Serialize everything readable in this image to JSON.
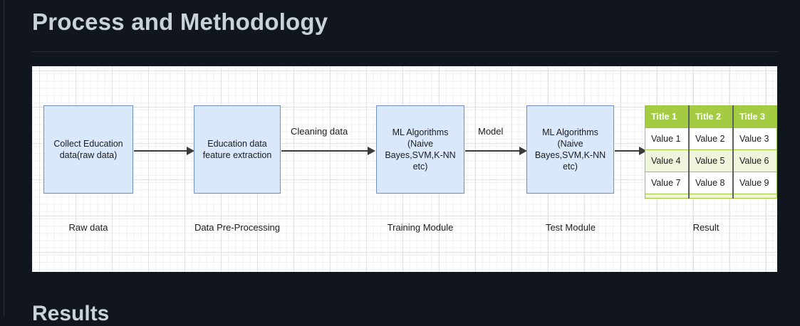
{
  "page": {
    "title": "Process and Methodology",
    "next_section_heading": "Results"
  },
  "diagram": {
    "nodes": [
      {
        "id": "collect",
        "label": "Collect Education data(raw data)"
      },
      {
        "id": "features",
        "label": "Education data feature extraction"
      },
      {
        "id": "train",
        "label": "ML Algorithms (Naive Bayes,SVM,K-NN etc)"
      },
      {
        "id": "test",
        "label": "ML Algorithms (Naive Bayes,SVM,K-NN etc)"
      }
    ],
    "node_lines": {
      "collect": [
        "Collect Education",
        "data(raw data)"
      ],
      "features": [
        "Education data",
        "feature extraction"
      ],
      "train": [
        "ML Algorithms",
        "(Naive",
        "Bayes,SVM,K-NN",
        "etc)"
      ],
      "test": [
        "ML Algorithms",
        "(Naive",
        "Bayes,SVM,K-NN",
        "etc)"
      ]
    },
    "edge_labels": {
      "cleaning": "Cleaning data",
      "model": "Model"
    },
    "captions": [
      "Raw data",
      "Data Pre-Processing",
      "Training Module",
      "Test Module",
      "Result"
    ],
    "result_table": {
      "headers": [
        "Title 1",
        "Title 2",
        "Title 3"
      ],
      "rows": [
        [
          "Value 1",
          "Value 2",
          "Value 3"
        ],
        [
          "Value 4",
          "Value 5",
          "Value 6"
        ],
        [
          "Value 7",
          "Value 8",
          "Value 9"
        ]
      ]
    },
    "colors": {
      "node_fill": "#dae8fc",
      "node_border": "#7091c0",
      "arrow": "#3b3b3b",
      "table_header": "#a4cc42",
      "table_alt_row": "#eef5dc",
      "canvas": "#ffffff",
      "page_background": "#11151d",
      "heading_text": "#c9d1d9"
    }
  }
}
